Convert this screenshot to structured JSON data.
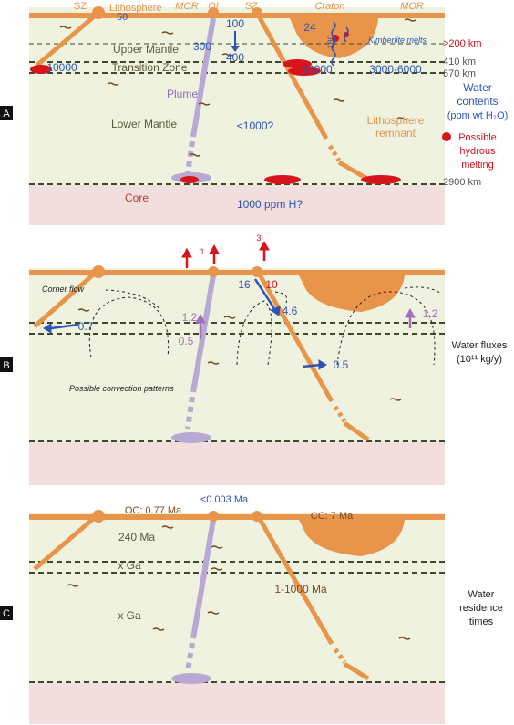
{
  "colors": {
    "mantle": "#eef2df",
    "core": "#f3dede",
    "lithosphere": "#e8944a",
    "plume": "#b7a8d4",
    "blue": "#2d54b5",
    "red": "#d7141b",
    "purple": "#a470bb",
    "dashed": "#3b4a2c",
    "brown": "#7a4a1f"
  },
  "panel_a": {
    "tag": "A",
    "sz_left": "SZ",
    "lithosphere": "Lithosphere",
    "val_50": "50",
    "mor_left": "MOR",
    "oi": "OI",
    "sz_mid": "SZ",
    "craton": "Craton",
    "mor_right": "MOR",
    "upper_mantle": "Upper Mantle",
    "transition_zone": "Transition Zone",
    "lower_mantle": "Lower Mantle",
    "core": "Core",
    "plume": "Plume",
    "val_100": "100",
    "val_300": "300",
    "val_400": "400",
    "val_24": "24",
    "val_180": "180",
    "kimberlite": "Kimberlite melts",
    "tz_left": "10000",
    "tz_right": "10000",
    "tz_far": "3000-6000",
    "lm_value": "<1000?",
    "core_value": "1000 ppm H?",
    "lith_remnant_1": "Lithosphere",
    "lith_remnant_2": "remnant",
    "depth_200": ">200 km",
    "depth_410": "410 km",
    "depth_670": "670 km",
    "depth_2900": "2900 km",
    "legend_water_1": "Water",
    "legend_water_2": "contents",
    "legend_water_3": "(ppm wt H₂O)",
    "legend_melt_1": "Possible",
    "legend_melt_2": "hydrous",
    "legend_melt_3": "melting"
  },
  "panel_b": {
    "tag": "B",
    "flux_1a": "1",
    "flux_1b": "1",
    "flux_3": "3",
    "flux_16": "16",
    "flux_10": "10",
    "flux_46": "4.6",
    "flux_07": "0.7",
    "flux_12a": "1.2",
    "flux_05a": "0.5",
    "flux_05b": "0.5",
    "flux_12b": "1.2",
    "corner_flow": "Corner flow",
    "convection": "Possible convection patterns",
    "legend_1": "Water fluxes",
    "legend_2": "(10¹¹ kg/y)"
  },
  "panel_c": {
    "tag": "C",
    "oc": "OC: 0.77 Ma",
    "plume_time": "<0.003  Ma",
    "cc": "CC: 7 Ma",
    "ma240": "240 Ma",
    "xga_1": "x Ga",
    "slab": "1-1000 Ma",
    "xga_2": "x Ga",
    "legend_1": "Water",
    "legend_2": "residence",
    "legend_3": "times"
  }
}
